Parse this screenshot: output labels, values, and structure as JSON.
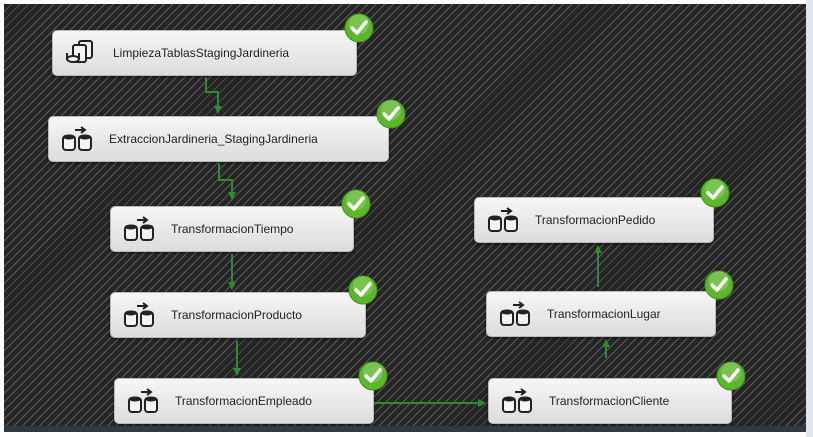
{
  "tasks": [
    {
      "id": "limpieza",
      "label": "LimpiezaTablasStagingJardineria",
      "icon": "sql-task-icon",
      "status": "success"
    },
    {
      "id": "extraccion",
      "label": "ExtraccionJardineria_StagingJardineria",
      "icon": "data-flow-icon",
      "status": "success"
    },
    {
      "id": "tiempo",
      "label": "TransformacionTiempo",
      "icon": "data-flow-icon",
      "status": "success"
    },
    {
      "id": "producto",
      "label": "TransformacionProducto",
      "icon": "data-flow-icon",
      "status": "success"
    },
    {
      "id": "empleado",
      "label": "TransformacionEmpleado",
      "icon": "data-flow-icon",
      "status": "success"
    },
    {
      "id": "cliente",
      "label": "TransformacionCliente",
      "icon": "data-flow-icon",
      "status": "success"
    },
    {
      "id": "lugar",
      "label": "TransformacionLugar",
      "icon": "data-flow-icon",
      "status": "success"
    },
    {
      "id": "pedido",
      "label": "TransformacionPedido",
      "icon": "data-flow-icon",
      "status": "success"
    }
  ],
  "connectors": [
    {
      "from": "limpieza",
      "to": "extraccion"
    },
    {
      "from": "extraccion",
      "to": "tiempo"
    },
    {
      "from": "tiempo",
      "to": "producto"
    },
    {
      "from": "producto",
      "to": "empleado"
    },
    {
      "from": "empleado",
      "to": "cliente"
    },
    {
      "from": "cliente",
      "to": "lugar"
    },
    {
      "from": "lugar",
      "to": "pedido"
    }
  ],
  "colors": {
    "connector": "#2e8b2e",
    "success_badge": "#5cb82a",
    "canvas": "#2b2b2b"
  }
}
